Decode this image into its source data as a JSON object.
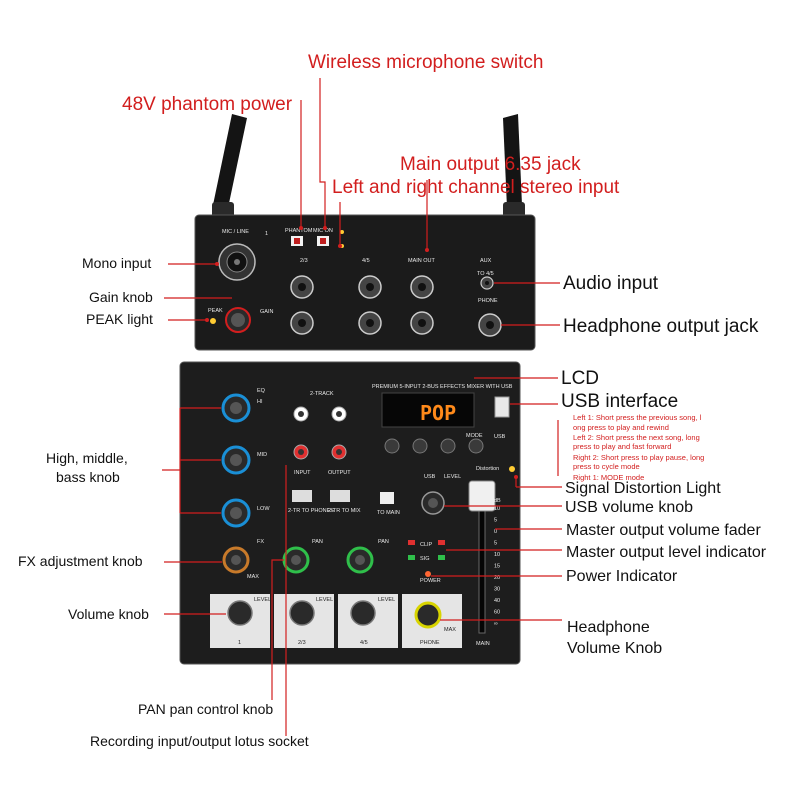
{
  "labels": {
    "wireless_switch": "Wireless microphone switch",
    "phantom_power": "48V phantom power",
    "main_output": "Main output 6.35 jack",
    "stereo_input": "Left and right channel stereo input",
    "mono_input": "Mono input",
    "gain_knob": "Gain knob",
    "peak_light": "PEAK light",
    "eq_knobs_1": "High, middle,",
    "eq_knobs_2": "bass knob",
    "fx_knob": "FX adjustment knob",
    "volume_knob": "Volume knob",
    "pan_knob": "PAN pan control knob",
    "lotus_socket": "Recording input/output lotus socket",
    "audio_input": "Audio input",
    "headphone_jack": "Headphone output jack",
    "lcd": "LCD",
    "usb_interface": "USB interface",
    "distortion_light": "Signal Distortion Light",
    "usb_volume": "USB volume knob",
    "master_fader": "Master output volume fader",
    "level_indicator": "Master output level indicator",
    "power_indicator": "Power Indicator",
    "headphone_volume_1": "Headphone",
    "headphone_volume_2": "Volume Knob"
  },
  "usb_notes": [
    "Left 1: Short press the previous song, l",
    "ong press to play and rewind",
    "Left 2: Short press the next song, long",
    "press to play and fast forward",
    "Right 2: Short press to play pause, long",
    "press to cycle mode",
    "Right 1: MODE mode"
  ],
  "device": {
    "mic_line": "MIC / LINE",
    "ch1": "1",
    "phantom": "PHANTOM",
    "mic_on": "MIC ON",
    "ch23": "2/3",
    "ch45": "4/5",
    "main_out": "MAIN OUT",
    "aux": "AUX",
    "to45": "TO 4/5",
    "phone": "PHONE",
    "gain": "GAIN",
    "peak": "PEAK",
    "model": "PREMIUM 5-INPUT 2-BUS EFFECTS MIXER WITH USB",
    "lcd_text": "POP",
    "two_track": "2-TRACK",
    "input": "INPUT",
    "output": "OUTPUT",
    "eq": "EQ",
    "hi": "HI",
    "mid": "MID",
    "low": "LOW",
    "fx": "FX",
    "pan": "PAN",
    "max": "MAX",
    "level": "LEVEL",
    "usb": "USB",
    "mode": "MODE",
    "distortion": "Distortion",
    "to_main": "TO MAIN",
    "tr_phones": "2-TR TO PHONES",
    "tr_mix": "2-TR TO MIX",
    "clip": "CLIP",
    "sig": "SIG",
    "power": "POWER",
    "main": "MAIN",
    "ch_1": "1",
    "ch_23": "2/3",
    "ch_45": "4/5",
    "ch_phone": "PHONE",
    "db": "dB",
    "fader_scale": [
      "10",
      "5",
      "0",
      "5",
      "10",
      "15",
      "20",
      "30",
      "40",
      "60",
      "∞"
    ]
  },
  "colors": {
    "annotation_red": "#d21e1e",
    "device_body": "#1b1b1b",
    "lcd_digits": "#ff8a1a",
    "eq_ring": "#1a8fd6",
    "fx_ring": "#c87a2a",
    "pan_ring": "#2fbf4a",
    "phone_ring": "#d8d400"
  }
}
